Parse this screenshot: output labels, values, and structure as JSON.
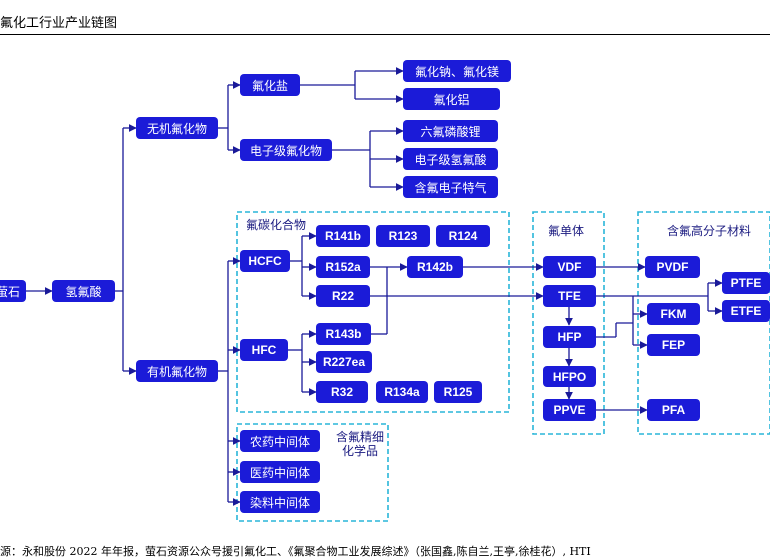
{
  "title": "氟化工行业产业链图",
  "source": "源：永和股份 2022 年年报，萤石资源公众号援引氟化工、《氟聚合物工业发展综述》（张国鑫,陈自兰,王亭,徐桂花）, HTI",
  "nodes": {
    "fluorite": "萤石",
    "hf": "氢氟酸",
    "inorganic": "无机氟化物",
    "fluoride_salt": "氟化盐",
    "na_mg_fluoride": "氟化钠、氟化镁",
    "al_fluoride": "氟化铝",
    "electronic_fluoride": "电子级氟化物",
    "lipf6": "六氟磷酸锂",
    "electronic_hf": "电子级氢氟酸",
    "fluoro_special_gas": "含氟电子特气",
    "organic": "有机氟化物",
    "hcfc": "HCFC",
    "hfc": "HFC",
    "r141b": "R141b",
    "r123": "R123",
    "r124": "R124",
    "r152a": "R152a",
    "r142b": "R142b",
    "r22": "R22",
    "r143b": "R143b",
    "r227ea": "R227ea",
    "r32": "R32",
    "r134a": "R134a",
    "r125": "R125",
    "vdf": "VDF",
    "tfe": "TFE",
    "hfp": "HFP",
    "hfpo": "HFPO",
    "ppve": "PPVE",
    "pvdf": "PVDF",
    "ptfe": "PTFE",
    "etfe": "ETFE",
    "fkm": "FKM",
    "fep": "FEP",
    "pfa": "PFA",
    "pesticide": "农药中间体",
    "pharma": "医药中间体",
    "dye": "染料中间体"
  },
  "groups": {
    "fluorocarbon": "氟碳化合物",
    "monomer": "氟单体",
    "polymer": "含氟高分子材料",
    "fine_chem_line1": "含氟精细",
    "fine_chem_line2": "化学品"
  },
  "colors": {
    "node_fill": "#1b1bd8",
    "line": "#1a1a99",
    "dashed_border": "#29b6d8"
  }
}
